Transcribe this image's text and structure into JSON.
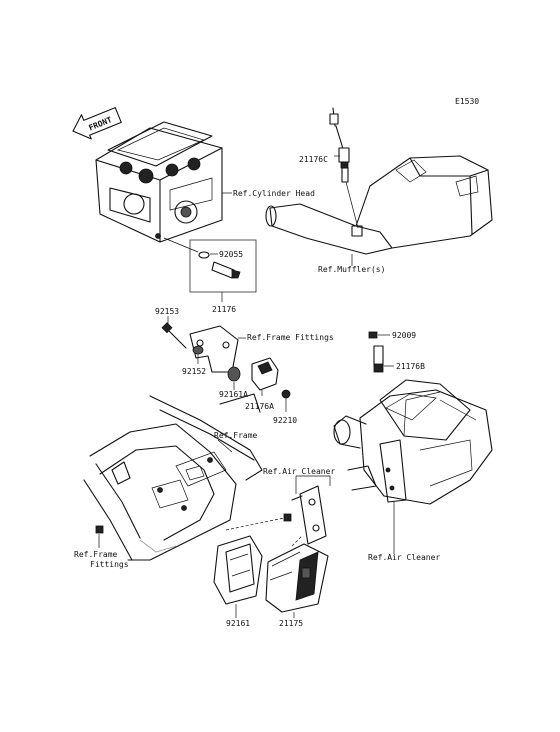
{
  "diagram_code": "E1530",
  "front_arrow_label": "FRONT",
  "labels": {
    "ref_cylinder_head": "Ref.Cylinder Head",
    "p_21176c": "21176C",
    "ref_mufflers": "Ref.Muffler(s)",
    "p_92055": "92055",
    "p_21176": "21176",
    "p_92153": "92153",
    "ref_frame_fittings_top": "Ref.Frame Fittings",
    "p_92152": "92152",
    "p_92161a": "92161A",
    "p_21176a": "21176A",
    "p_92210": "92210",
    "p_92009": "92009",
    "p_21176b": "21176B",
    "ref_frame": "Ref.Frame",
    "ref_air_cleaner_top": "Ref.Air Cleaner",
    "ref_frame_left_1": "Ref.Frame",
    "ref_frame_left_2": "Fittings",
    "ref_air_cleaner_right": "Ref.Air Cleaner",
    "p_92161": "92161",
    "p_21175": "21175"
  }
}
